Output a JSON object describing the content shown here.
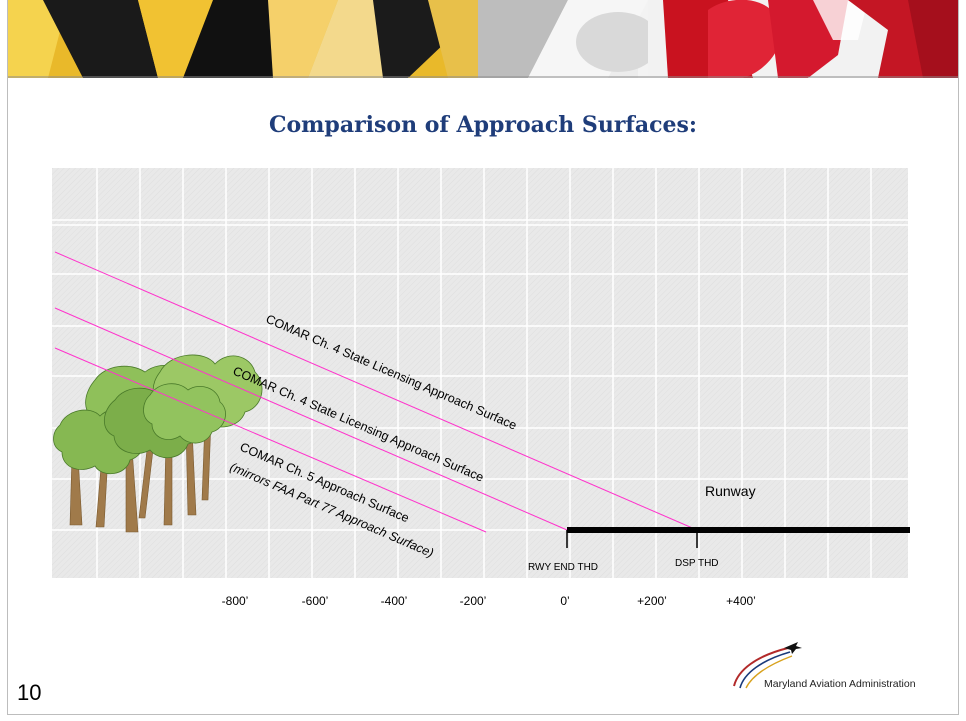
{
  "slide": {
    "title": "Comparison of Approach Surfaces:",
    "page_number": "10"
  },
  "diagram": {
    "surfaces": [
      {
        "label": "COMAR Ch. 4 State Licensing Approach Surface",
        "starts_at": "DSP THD",
        "color": "#ff33cc"
      },
      {
        "label": "COMAR Ch. 4 State Licensing Approach Surface",
        "starts_at": "RWY END THD",
        "color": "#ff33cc"
      },
      {
        "label": "COMAR Ch. 5 Approach Surface",
        "sublabel": "(mirrors FAA Part 77 Approach Surface)",
        "starts_at": "-200′",
        "color": "#ff33cc"
      }
    ],
    "runway_label": "Runway",
    "thresholds": [
      {
        "label": "RWY END THD",
        "position": "0’"
      },
      {
        "label": "DSP THD",
        "position": "+200’ to +400’"
      }
    ],
    "x_ticks": [
      "-800’",
      "-600’",
      "-400’",
      "-200’",
      "0’",
      "+200’",
      "+400’"
    ],
    "obstruction_icon": "trees-icon"
  },
  "logo": {
    "name": "Maryland Aviation Administration",
    "icon": "airplane-swoosh-icon"
  },
  "colors": {
    "title": "#1f3d7a",
    "surface_lines": "#ff33cc",
    "runway": "#000000",
    "grid_bg": "#e8e8e8",
    "banner_yellow": "#f2c31a",
    "banner_red": "#d4192e"
  }
}
